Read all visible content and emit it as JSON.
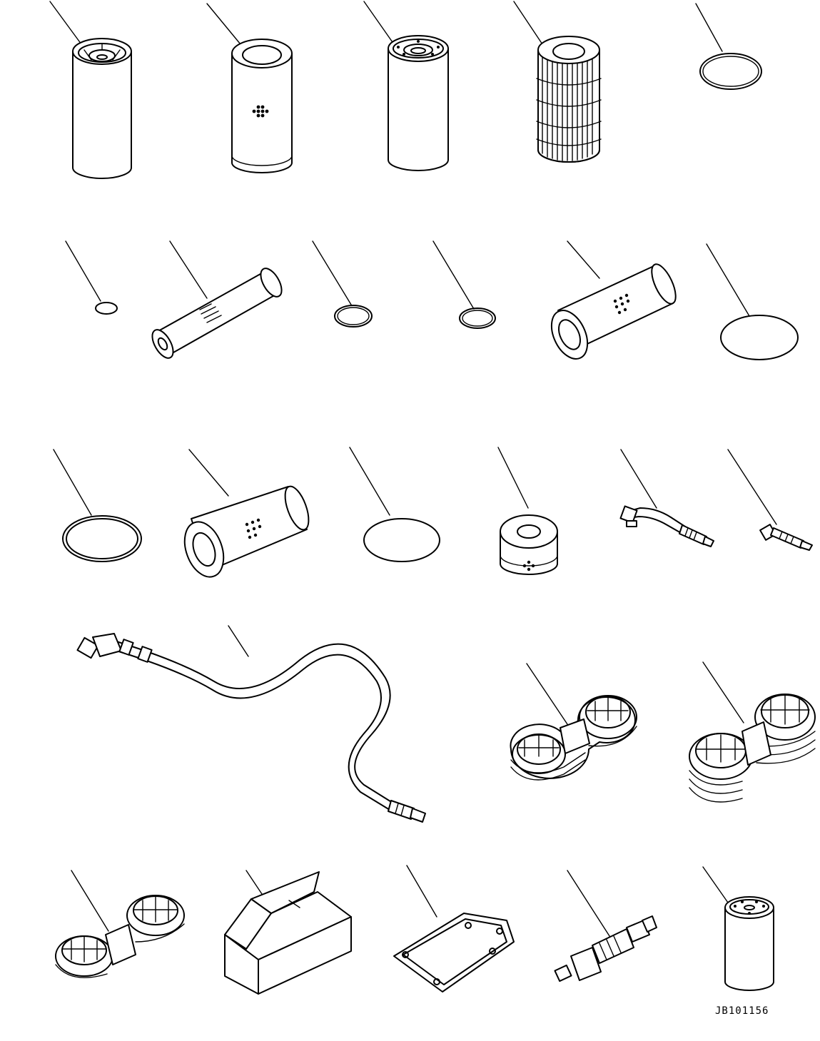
{
  "figure": {
    "id_label": "JB101156",
    "line_color": "#000000",
    "background": "#ffffff"
  },
  "parts": [
    {
      "name": "cartridge-filter-top-open",
      "icon": "cylinder-filter-icon"
    },
    {
      "name": "filter-element-plain",
      "icon": "cylinder-filter-icon"
    },
    {
      "name": "spin-on-filter-threaded",
      "icon": "cylinder-filter-icon"
    },
    {
      "name": "pleated-filter-element",
      "icon": "pleated-filter-icon"
    },
    {
      "name": "o-ring-large",
      "icon": "o-ring-icon"
    },
    {
      "name": "o-ring-small",
      "icon": "o-ring-icon"
    },
    {
      "name": "filter-element-horizontal-long",
      "icon": "cylinder-filter-icon"
    },
    {
      "name": "o-ring-medium-a",
      "icon": "o-ring-icon"
    },
    {
      "name": "o-ring-medium-b",
      "icon": "o-ring-icon"
    },
    {
      "name": "filter-element-horizontal",
      "icon": "cylinder-filter-icon"
    },
    {
      "name": "o-ring-wide",
      "icon": "o-ring-icon"
    },
    {
      "name": "o-ring-thick",
      "icon": "o-ring-icon"
    },
    {
      "name": "filter-element-horizontal-b",
      "icon": "cylinder-filter-icon"
    },
    {
      "name": "o-ring-thin",
      "icon": "o-ring-icon"
    },
    {
      "name": "short-filter-element",
      "icon": "cylinder-filter-icon"
    },
    {
      "name": "sensor-with-harness-short",
      "icon": "sensor-icon"
    },
    {
      "name": "sensor-with-connector",
      "icon": "sensor-icon"
    },
    {
      "name": "sensor-with-harness-long",
      "icon": "sensor-icon"
    },
    {
      "name": "filter-wrench-double",
      "icon": "wrench-icon"
    },
    {
      "name": "filter-wrench-double-wide",
      "icon": "wrench-icon"
    },
    {
      "name": "filter-wrench-single",
      "icon": "wrench-icon"
    },
    {
      "name": "parts-box",
      "icon": "box-icon"
    },
    {
      "name": "gasket-plate",
      "icon": "gasket-icon"
    },
    {
      "name": "temperature-sensor",
      "icon": "sensor-icon"
    },
    {
      "name": "spin-on-filter-small",
      "icon": "cylinder-filter-icon"
    }
  ]
}
